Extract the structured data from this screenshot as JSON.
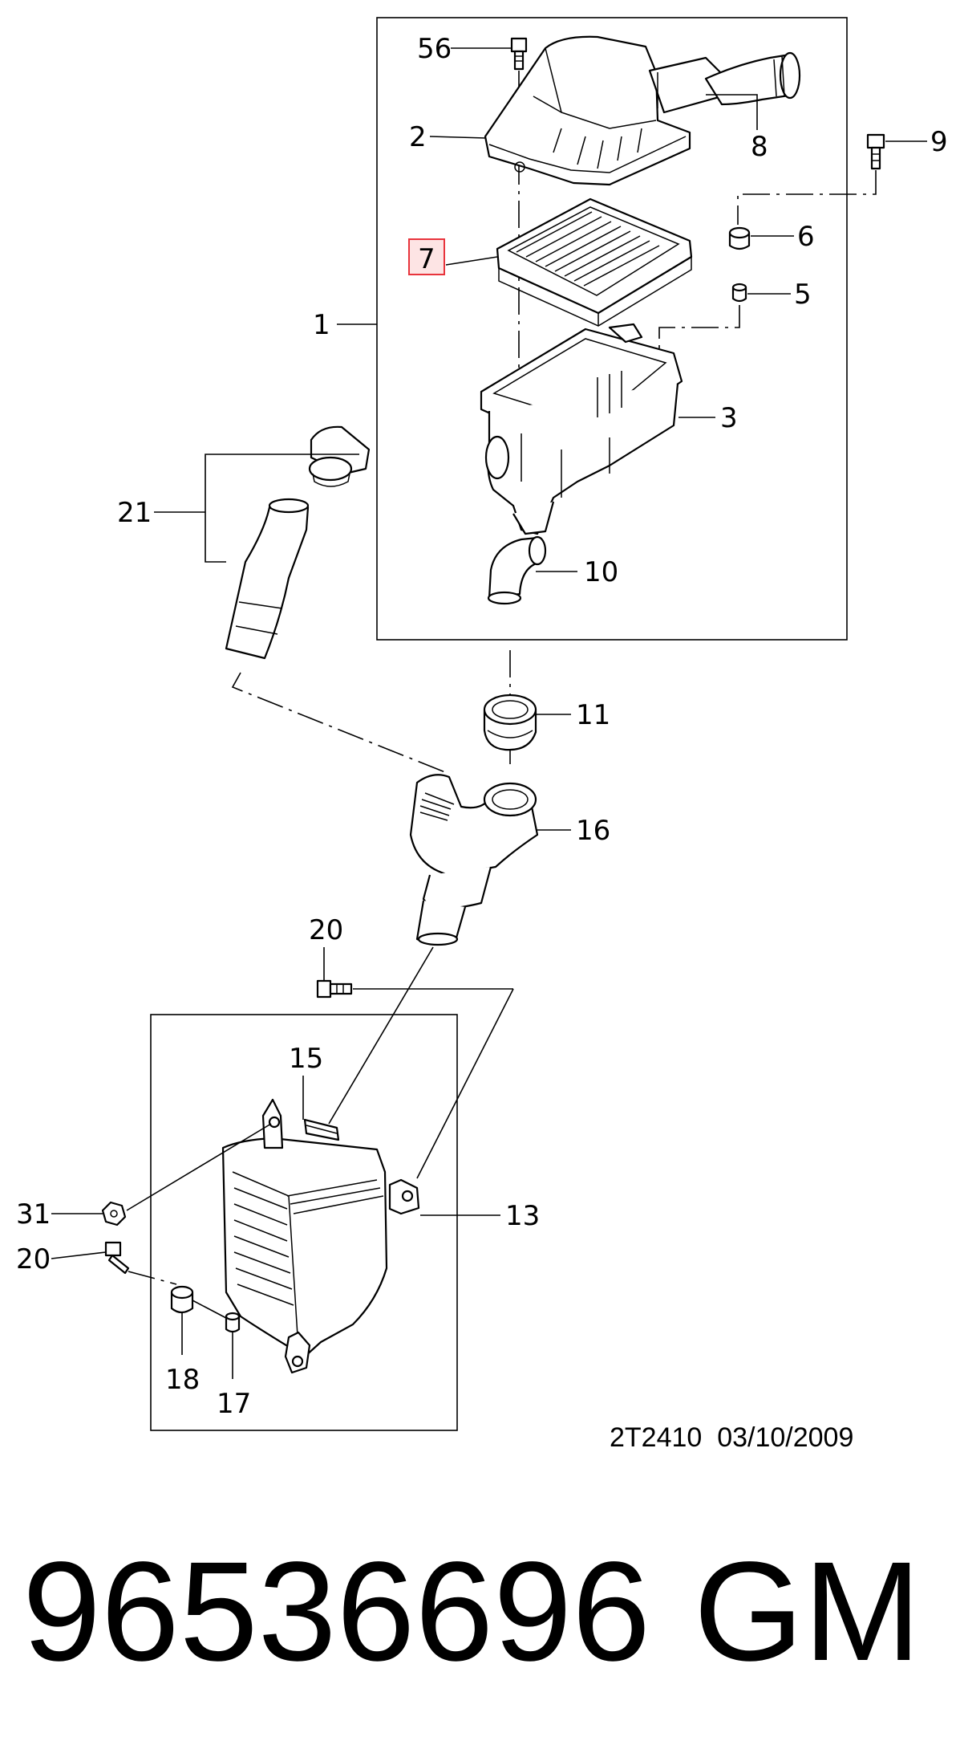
{
  "diagram": {
    "callouts": {
      "c56": "56",
      "c2": "2",
      "c8": "8",
      "c9": "9",
      "c7": "7",
      "c6": "6",
      "c5": "5",
      "c1": "1",
      "c3": "3",
      "c21": "21",
      "c10": "10",
      "c11": "11",
      "c16": "16",
      "c20a": "20",
      "c15": "15",
      "c31": "31",
      "c13": "13",
      "c20b": "20",
      "c18": "18",
      "c17": "17"
    },
    "highlight_color": "#e8343c",
    "highlight_fill": "#fde4e4"
  },
  "footer": {
    "reference": "2T2410  03/10/2009",
    "part_number": "96536696",
    "brand": "GM"
  }
}
